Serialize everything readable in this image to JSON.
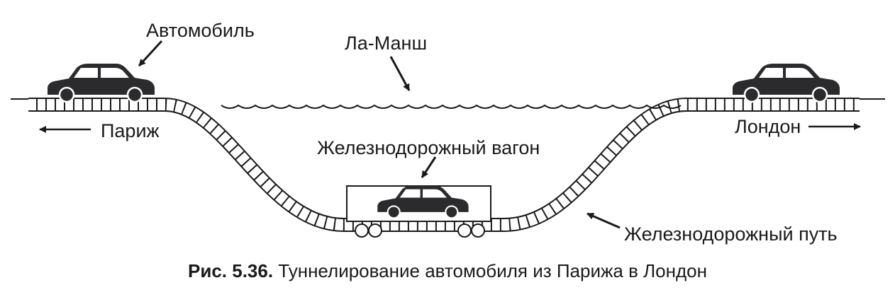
{
  "labels": {
    "car": "Автомобиль",
    "channel": "Ла-Манш",
    "paris": "Париж",
    "london": "Лондон",
    "wagon": "Железнодорожный вагон",
    "track": "Железнодорожный путь"
  },
  "caption": {
    "number": "Рис. 5.36.",
    "text": "Туннелирование автомобиля из Парижа в Лондон"
  },
  "colors": {
    "ink": "#1a1a1a",
    "car": "#2b2b2e",
    "background": "#ffffff"
  }
}
